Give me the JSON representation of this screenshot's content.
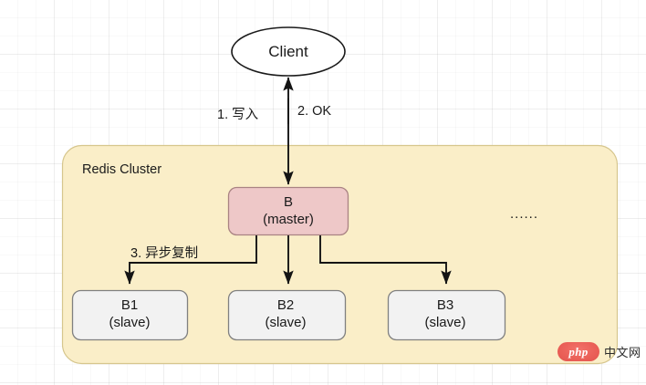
{
  "diagram": {
    "title_visible": false,
    "client": {
      "label": "Client",
      "shape": "ellipse"
    },
    "cluster": {
      "label": "Redis Cluster",
      "fill_color": "#faeec8",
      "border_color": "#d9c98f",
      "ellipsis": "......"
    },
    "master": {
      "name": "B",
      "role": "(master)",
      "fill_color": "#eec8c8",
      "border_color": "#b08a8a"
    },
    "slaves": [
      {
        "name": "B1",
        "role": "(slave)",
        "fill_color": "#f2f2f2",
        "border_color": "#808080"
      },
      {
        "name": "B2",
        "role": "(slave)",
        "fill_color": "#f2f2f2",
        "border_color": "#808080"
      },
      {
        "name": "B3",
        "role": "(slave)",
        "fill_color": "#f2f2f2",
        "border_color": "#808080"
      }
    ],
    "edges": [
      {
        "id": "write",
        "label": "1. 写入"
      },
      {
        "id": "ok",
        "label": "2. OK"
      },
      {
        "id": "replication",
        "label": "3. 异步复制"
      }
    ]
  },
  "watermark": {
    "badge_text": "php",
    "site_text": "中文网",
    "badge_color": "#ea5f57"
  }
}
